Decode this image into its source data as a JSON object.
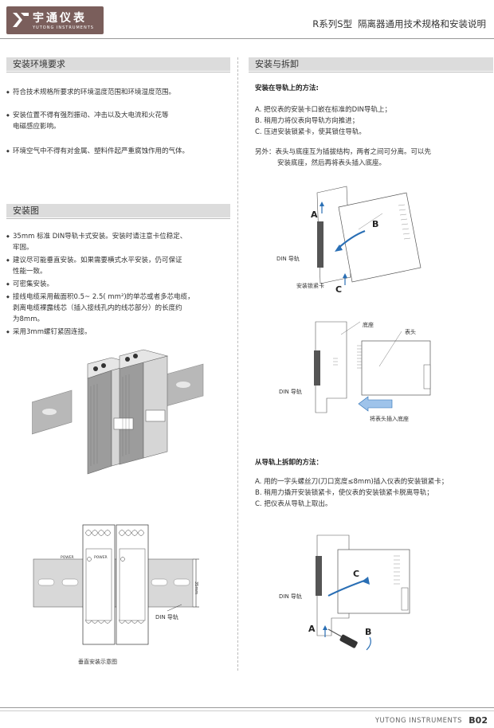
{
  "header": {
    "logo_cn": "宇通仪表",
    "logo_en": "YUTONG INSTRUMENTS",
    "series": "R系列S型",
    "title": "隔离器通用技术规格和安装说明"
  },
  "env": {
    "heading": "安装环境要求",
    "items": [
      "符合技术规格所要求的环境温度范围和环境湿度范围。",
      "安装位置不得有强烈振动、冲击以及大电流和火花等",
      "电磁感应影响。",
      "环境空气中不得有对金属、塑料件起严重腐蚀作用的气体。"
    ]
  },
  "diagram": {
    "heading": "安装图",
    "items": [
      "35mm 标准 DIN导轨卡式安装。安装时请注意卡位稳定、",
      "牢固。",
      "建议尽可能垂直安装。如果需要横式水平安装，仍可保证",
      "性能一致。",
      "可密集安装。",
      "接线电缆采用截面积0.5~ 2.5( mm²)的单芯或者多芯电缆，",
      "剥离电缆裸露线芯（插入接线孔内的线芯部分）的长度约",
      "为8mm。",
      "采用3mm螺钉紧固连接。"
    ],
    "power_label": "POWER",
    "rail_dim": "35mm",
    "din_rail": "DIN 导轨",
    "caption": "垂直安装示意图"
  },
  "install": {
    "heading": "安装与拆卸",
    "on_title": "安装在导轨上的方法:",
    "on_steps": [
      "A. 把仪表的安装卡口嵌在标准的DIN导轨上；",
      "B. 稍用力将仪表向导轨方向推进；",
      "C. 压进安装锁紧卡，使其锁住导轨。"
    ],
    "note_1": "另外：表头与底座互为插拔结构，两者之间可分离。可以先",
    "note_2": "安装底座，然后再将表头插入底座。",
    "fig1": {
      "din": "DIN 导轨",
      "lock": "安装锁紧卡",
      "a": "A",
      "b": "B",
      "c": "C"
    },
    "fig2": {
      "base": "底座",
      "head": "表头",
      "din": "DIN 导轨",
      "insert": "将表头插入底座"
    },
    "off_title": "从导轨上拆卸的方法：",
    "off_steps": [
      "A. 用的一字头螺丝刀(刀口宽度≤8mm)插入仪表的安装锁紧卡；",
      "B. 稍用力撬开安装锁紧卡，使仪表的安装锁紧卡脱离导轨；",
      "C. 把仪表从导轨上取出。"
    ],
    "fig3": {
      "din": "DIN 导轨",
      "a": "A",
      "b": "B",
      "c": "C"
    }
  },
  "footer": {
    "brand": "YUTONG INSTRUMENTS",
    "page": "B02"
  },
  "colors": {
    "logo_bg": "#7a5e5b",
    "bar_bg": "#dcdcdc",
    "arrow_blue": "#2a6fb5"
  }
}
